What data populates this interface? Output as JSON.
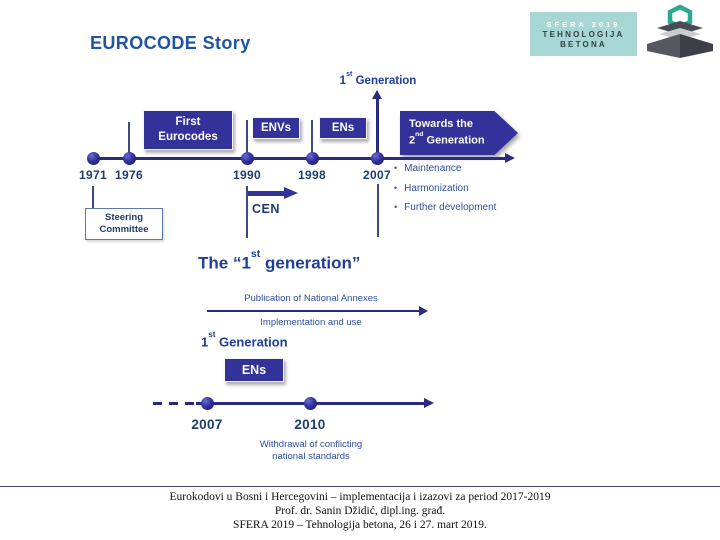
{
  "slide": {
    "title": "EUROCODE Story",
    "logo": {
      "sfera": "SFERA 2019",
      "tehnologija": "TEHNOLOGIJA",
      "betona": "BETONA"
    },
    "bullet_char": "•",
    "timeline1": {
      "gen_label": {
        "base": "1",
        "sup": "st",
        "rest": " Generation"
      },
      "box_first": "First Eurocodes",
      "box_envs": "ENVs",
      "box_ens": "ENs",
      "banner_line1": "Towards the",
      "banner_line2": {
        "base": "2",
        "sup": "nd",
        "rest": " Generation"
      },
      "years": [
        "1971",
        "1976",
        "1990",
        "1998",
        "2007"
      ],
      "steering_line1": "Steering",
      "steering_line2": "Committee",
      "cen": "CEN",
      "bullets": [
        "Maintenance",
        "Harmonization",
        "Further development"
      ]
    },
    "section2": {
      "title_pre": "The “1",
      "title_sup": "st",
      "title_post": " generation”",
      "above_arrow": "Publication of National Annexes",
      "below_arrow": "Implementation and use",
      "gen_label": {
        "base": "1",
        "sup": "st",
        "rest": " Generation"
      },
      "box_ens": "ENs",
      "year_left": "2007",
      "year_right": "2010",
      "note_line1": "Withdrawal of conflicting",
      "note_line2": "national standards"
    },
    "footer": {
      "line1": "Eurokodovi u Bosni i Hercegovini – implementacija i izazovi za period 2017-2019",
      "line2": "Prof. dr. Sanin Džidić, dipl.ing. građ.",
      "line3": "SFERA 2019 – Tehnologija betona, 26 i 27. mart 2019."
    },
    "colors": {
      "title_blue": "#2053a0",
      "box_indigo": "#32329a",
      "line_navy": "#2a2a7e",
      "year_navy": "#1d3d6e",
      "label_blue": "#2d4f9e",
      "teal": "#a7d7d5"
    }
  }
}
